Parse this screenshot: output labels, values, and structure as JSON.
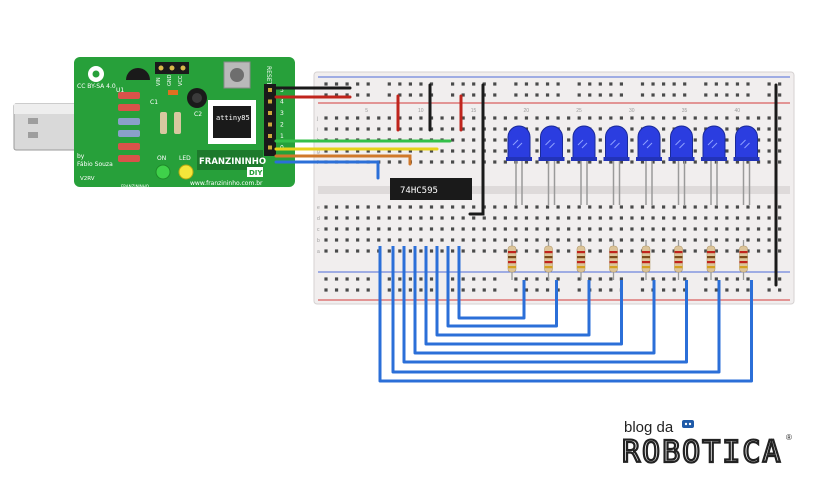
{
  "board": {
    "name": "FRANZININHO",
    "badge": "DIY",
    "license": "CC BY-SA 4.0",
    "author_prefix": "by",
    "author": "Fábio Souza",
    "version": "V2RV",
    "url": "www.franzininho.com.br",
    "chip": "attiny85",
    "reset_label": "RESET",
    "on_label": "ON",
    "led_label": "LED",
    "pin_labels": [
      "VIN",
      "GND",
      "VCC"
    ],
    "header_pins": [
      "5",
      "4",
      "3",
      "2",
      "1",
      "0"
    ],
    "u1": "U1",
    "c1": "C1",
    "c2": "C2",
    "brand_small": "FRANZININHO"
  },
  "breadboard": {
    "column_numbers": [
      "5",
      "10",
      "15",
      "20",
      "25",
      "30",
      "35",
      "40"
    ],
    "row_letters_top": [
      "j",
      "i",
      "h",
      "g",
      "f"
    ],
    "row_letters_bottom": [
      "e",
      "d",
      "c",
      "b",
      "a"
    ]
  },
  "shift_register": {
    "label": "74HC595"
  },
  "leds": {
    "count": 8,
    "color": "#2b3de0"
  },
  "resistors": {
    "count": 8
  },
  "logo": {
    "top": "blog da",
    "main": "ROBOTICA",
    "mark": "®"
  },
  "colors": {
    "pcb": "#27a03a",
    "pcb_dark": "#1d7a2c",
    "breadboard": "#f1eeee",
    "rail_red": "#d23b3b",
    "rail_blue": "#4d6bd8",
    "hole": "#4a4a4a",
    "hole_green": "#22b14c",
    "wire_blue": "#2b6fd8",
    "wire_black": "#1a1a1a",
    "wire_red": "#c0241c",
    "wire_green": "#35c04a",
    "wire_yellow": "#e8d21a",
    "wire_orange": "#d0782a"
  }
}
